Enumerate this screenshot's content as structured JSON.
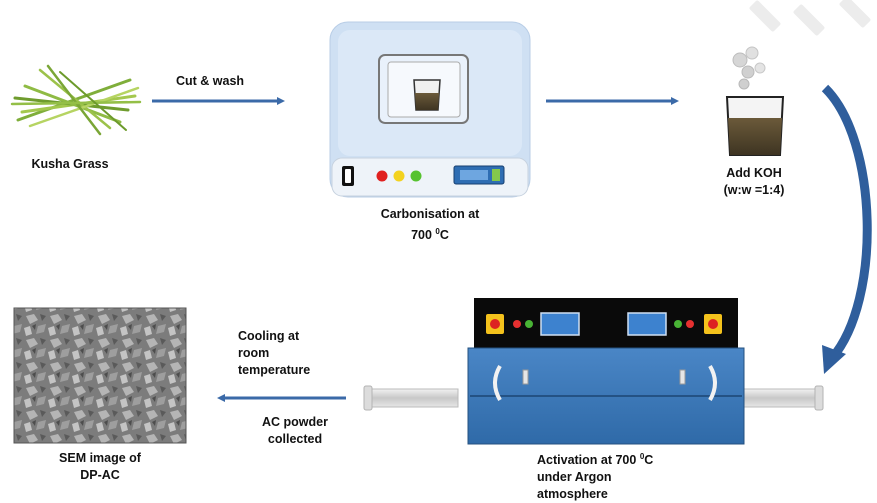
{
  "labels": {
    "cut_wash": "Cut & wash",
    "kusha_grass": "Kusha Grass",
    "carbonisation_line1": "Carbonisation at",
    "carbonisation_temp_value": "700 ",
    "degree_symbol": "0",
    "carbonisation_temp_unit": "C",
    "add_koh_line1": "Add KOH",
    "add_koh_line2": "(w:w =1:4)",
    "cooling_line1": "Cooling at",
    "cooling_line2": "room",
    "cooling_line3": "temperature",
    "ac_powder_line1": "AC powder",
    "ac_powder_line2": "collected",
    "sem_line1": "SEM image of",
    "sem_line2": "DP-AC",
    "activation_line1_text": "Activation at 700 ",
    "activation_line1_unit": "C",
    "activation_line2": "under Argon",
    "activation_line3": "atmosphere"
  },
  "colors": {
    "arrow": "#3b6aa8",
    "furnace_blue": "#3a78bb",
    "oven_panel": "#cfe0f3"
  }
}
